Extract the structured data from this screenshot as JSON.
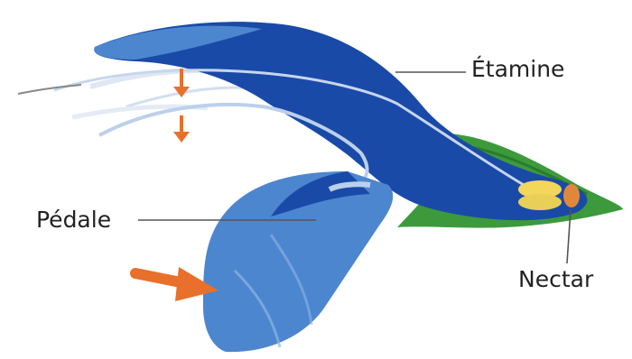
{
  "labels": {
    "stamen": "Étamine",
    "pedal": "Pédale",
    "nectar": "Nectar"
  },
  "colors": {
    "petal_dark": "#1a4aa8",
    "petal_light": "#4c86cf",
    "petal_pale": "#8db6e6",
    "sepal_green": "#3c9a3c",
    "nectar_yellow": "#f2d75a",
    "nectar_orange": "#e0873a",
    "arrow_orange": "#e8702a",
    "leader_line": "#555555"
  }
}
